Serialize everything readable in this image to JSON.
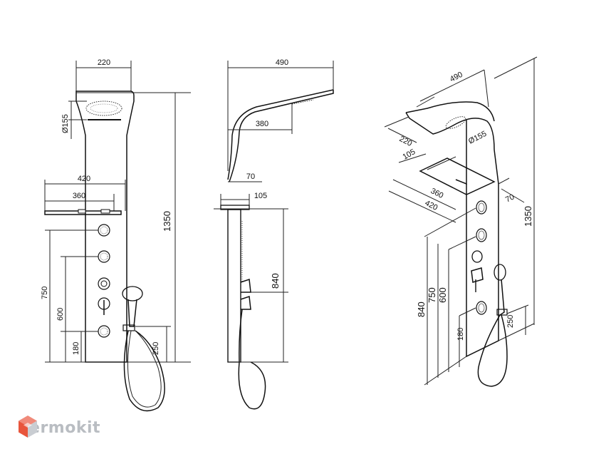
{
  "front": {
    "width_top": "220",
    "diameter": "Ø155",
    "width_shelf": "420",
    "width_inner": "360",
    "height_total": "1350",
    "jet_top": "750",
    "jet_mid": "600",
    "jet_low": "180",
    "hand_shower": "250"
  },
  "side": {
    "reach": "490",
    "head_depth": "380",
    "offset": "70",
    "shelf_depth": "105",
    "height_outlet": "840"
  },
  "iso": {
    "reach": "490",
    "width_top": "220",
    "diameter": "Ø155",
    "shelf_depth": "105",
    "width_inner": "360",
    "width_shelf": "420",
    "offset": "70",
    "height_total": "1350",
    "height_outlet": "840",
    "jet_top": "750",
    "jet_mid": "600",
    "jet_low": "180",
    "hand_shower": "250"
  },
  "brand": {
    "name": "termokit",
    "color_logo": "#e8553c",
    "color_text": "#b9bdc2"
  }
}
